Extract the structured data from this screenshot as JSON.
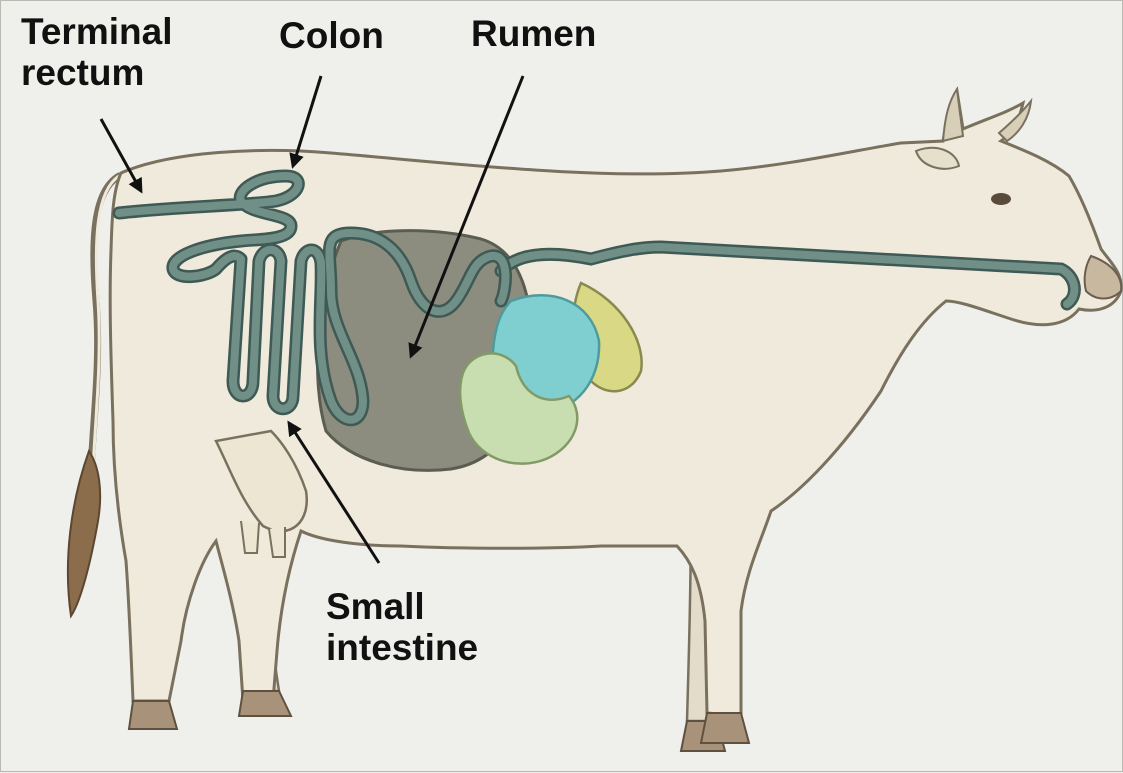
{
  "labels": {
    "terminal_rectum": [
      "Terminal",
      "rectum"
    ],
    "colon": "Colon",
    "rumen": "Rumen",
    "small_intestine": [
      "Small",
      "intestine"
    ]
  },
  "colors": {
    "background": "#efefeb",
    "body_fill": "#efeadb",
    "body_outline": "#7a705e",
    "intestine": "#6f8f87",
    "intestine_outline": "#3f5954",
    "rumen": "#8c8d7f",
    "reticulum": "#c8ddb0",
    "omasum": "#7fcfd1",
    "abomasum": "#d9d985",
    "hoof": "#a8927a",
    "arrow": "#111111"
  }
}
